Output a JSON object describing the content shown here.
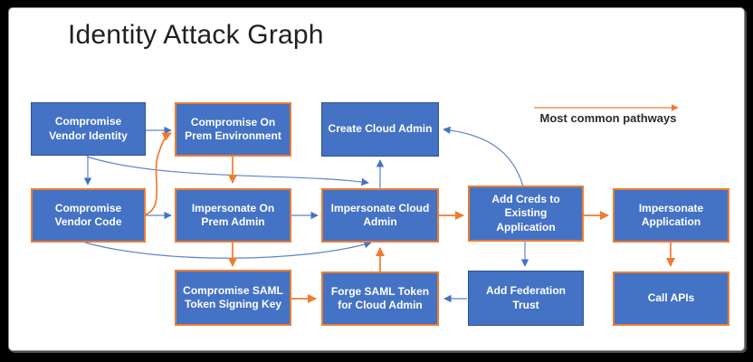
{
  "title": "Identity Attack Graph",
  "legend": {
    "label": "Most common pathways"
  },
  "colors": {
    "node_fill": "#4472C4",
    "node_border": "#2F528F",
    "common_pathway": "#ED7D31",
    "secondary_pathway": "#5b84ce",
    "slide_background": "#ffffff"
  },
  "nodes": [
    {
      "id": "compromise-vendor-identity",
      "label": "Compromise Vendor Identity",
      "on_common_pathway": false
    },
    {
      "id": "compromise-on-prem-environment",
      "label": "Compromise On Prem Environment",
      "on_common_pathway": true
    },
    {
      "id": "create-cloud-admin",
      "label": "Create Cloud Admin",
      "on_common_pathway": false
    },
    {
      "id": "compromise-vendor-code",
      "label": "Compromise Vendor Code",
      "on_common_pathway": true
    },
    {
      "id": "impersonate-on-prem-admin",
      "label": "Impersonate On Prem Admin",
      "on_common_pathway": true
    },
    {
      "id": "impersonate-cloud-admin",
      "label": "Impersonate Cloud Admin",
      "on_common_pathway": true
    },
    {
      "id": "add-creds-to-existing-application",
      "label": "Add Creds to Existing Application",
      "on_common_pathway": true
    },
    {
      "id": "impersonate-application",
      "label": "Impersonate Application",
      "on_common_pathway": true
    },
    {
      "id": "compromise-saml-token-signing-key",
      "label": "Compromise SAML Token Signing Key",
      "on_common_pathway": true
    },
    {
      "id": "forge-saml-token-for-cloud-admin",
      "label": "Forge SAML Token for Cloud Admin",
      "on_common_pathway": true
    },
    {
      "id": "add-federation-trust",
      "label": "Add Federation Trust",
      "on_common_pathway": false
    },
    {
      "id": "call-apis",
      "label": "Call APIs",
      "on_common_pathway": true
    }
  ],
  "edges": [
    {
      "from": "compromise-vendor-identity",
      "to": "compromise-on-prem-environment",
      "type": "secondary"
    },
    {
      "from": "compromise-vendor-identity",
      "to": "compromise-vendor-code",
      "type": "secondary"
    },
    {
      "from": "compromise-vendor-identity",
      "to": "impersonate-cloud-admin",
      "type": "secondary"
    },
    {
      "from": "compromise-vendor-code",
      "to": "impersonate-on-prem-admin",
      "type": "secondary"
    },
    {
      "from": "compromise-vendor-code",
      "to": "impersonate-cloud-admin",
      "type": "secondary"
    },
    {
      "from": "impersonate-on-prem-admin",
      "to": "impersonate-cloud-admin",
      "type": "secondary"
    },
    {
      "from": "impersonate-cloud-admin",
      "to": "create-cloud-admin",
      "type": "secondary"
    },
    {
      "from": "add-creds-to-existing-application",
      "to": "create-cloud-admin",
      "type": "secondary"
    },
    {
      "from": "add-creds-to-existing-application",
      "to": "add-federation-trust",
      "type": "secondary"
    },
    {
      "from": "add-federation-trust",
      "to": "forge-saml-token-for-cloud-admin",
      "type": "secondary"
    },
    {
      "from": "compromise-vendor-code",
      "to": "compromise-on-prem-environment",
      "type": "common"
    },
    {
      "from": "compromise-on-prem-environment",
      "to": "impersonate-on-prem-admin",
      "type": "common"
    },
    {
      "from": "impersonate-on-prem-admin",
      "to": "compromise-saml-token-signing-key",
      "type": "common"
    },
    {
      "from": "compromise-saml-token-signing-key",
      "to": "forge-saml-token-for-cloud-admin",
      "type": "common"
    },
    {
      "from": "forge-saml-token-for-cloud-admin",
      "to": "impersonate-cloud-admin",
      "type": "common"
    },
    {
      "from": "impersonate-cloud-admin",
      "to": "add-creds-to-existing-application",
      "type": "common"
    },
    {
      "from": "add-creds-to-existing-application",
      "to": "impersonate-application",
      "type": "common"
    },
    {
      "from": "impersonate-application",
      "to": "call-apis",
      "type": "common"
    }
  ]
}
